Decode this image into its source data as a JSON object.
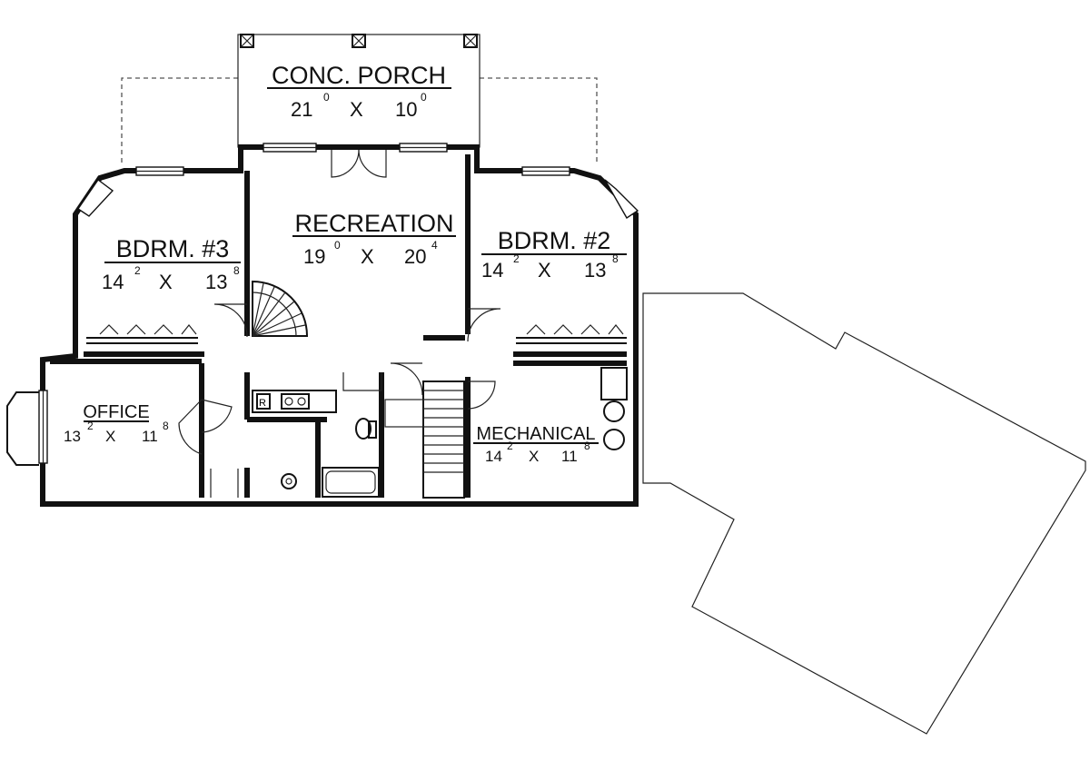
{
  "rooms": {
    "porch": {
      "name": "CONC. PORCH",
      "w_ft": "21",
      "w_in": "0",
      "sep": "X",
      "h_ft": "10",
      "h_in": "0"
    },
    "recreation": {
      "name": "RECREATION",
      "w_ft": "19",
      "w_in": "0",
      "sep": "X",
      "h_ft": "20",
      "h_in": "4"
    },
    "bdrm3": {
      "name": "BDRM. #3",
      "w_ft": "14",
      "w_in": "2",
      "sep": "X",
      "h_ft": "13",
      "h_in": "8"
    },
    "bdrm2": {
      "name": "BDRM. #2",
      "w_ft": "14",
      "w_in": "2",
      "sep": "X",
      "h_ft": "13",
      "h_in": "8"
    },
    "office": {
      "name": "OFFICE",
      "w_ft": "13",
      "w_in": "2",
      "sep": "X",
      "h_ft": "11",
      "h_in": "8"
    },
    "mechanical": {
      "name": "MECHANICAL",
      "w_ft": "14",
      "w_in": "2",
      "sep": "X",
      "h_ft": "11",
      "h_in": "8"
    }
  },
  "fixtures": {
    "range_label": "R"
  }
}
